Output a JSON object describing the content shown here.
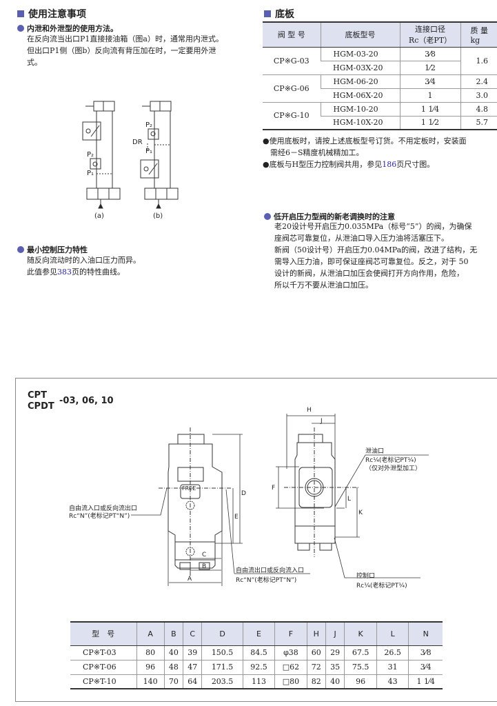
{
  "left": {
    "heading": "使用注意事项",
    "note1": {
      "title": "内泄和外泄型的使用方法。",
      "lines": [
        "在反向流当出口P1直接接油箱（图a）时，通常用内泄式。",
        "但出口P1侧（图b）反向流有背压加在时，一定要用外泄",
        "式。"
      ]
    },
    "schematic": {
      "p2": "P₂",
      "p1": "P₁",
      "dr": "DR",
      "label_a": "(a)",
      "label_b": "(b)"
    },
    "note2": {
      "title": "最小控制压力特性",
      "line1": "随反向流动时的入油口压力而异。",
      "line2_pre": "此值参见",
      "line2_link": "383",
      "line2_post": "页的特性曲线。"
    }
  },
  "right": {
    "heading": "底板",
    "table": {
      "headers": [
        "阀 型 号",
        "底板型号",
        "连接口径",
        "Rc（老PT）",
        "质 量",
        "kg"
      ],
      "groups": [
        {
          "valve": "CP※G-03",
          "rows": [
            {
              "plate": "HGM-03-20",
              "port": "3⁄8"
            },
            {
              "plate": "HGM-03X-20",
              "port": "1⁄2"
            }
          ],
          "mass": [
            "1.6"
          ]
        },
        {
          "valve": "CP※G-06",
          "rows": [
            {
              "plate": "HGM-06-20",
              "port": "3⁄4"
            },
            {
              "plate": "HGM-06X-20",
              "port": "1"
            }
          ],
          "mass": [
            "2.4",
            "3.0"
          ]
        },
        {
          "valve": "CP※G-10",
          "rows": [
            {
              "plate": "HGM-10-20",
              "port": "1 1⁄4"
            },
            {
              "plate": "HGM-10X-20",
              "port": "1 1⁄2"
            }
          ],
          "mass": [
            "4.8",
            "5.7"
          ]
        }
      ]
    },
    "notes": [
      "●使用底板时，请按上述底板型号订货。不用定板时，安装面",
      "需经6－S精度机械精加工。"
    ],
    "note3_pre": "●底板与H型压力控制阀共用，参见",
    "note3_link": "186",
    "note3_post": "页尺寸图。",
    "section2": {
      "title": "低开启压力型阀的新老调换时的注意",
      "lines": [
        "老20设计号开启压力0.035MPa（标号“5”）的阀，为确保",
        "座阀芯可靠复位，从泄油口导入压力油将活塞压下。",
        "新阀（50设计号）开启压力0.04MPa的阀，改进了结构，无",
        "需导入压力油，即可保证座阀芯可靠复位。反之，对于 50",
        "设计的新阀，从泄油口加压会使阀打开方向作用，危险，",
        "所以千万不要从泄油口加压。"
      ]
    }
  },
  "drawing": {
    "title1": "CPT",
    "title2": "CPDT",
    "suffix": "-03, 06, 10",
    "free": "FREE",
    "left_label1": "自由流入口或反向流出口",
    "left_label2": "Rc“N”(老标记PT“N”)",
    "mid_label1": "自由流出口或反向流入口",
    "mid_label2": "Rc“N”(老标记PT“N”)",
    "drain1": "泄油口",
    "drain2": "Rc¼(老标记PT¼)",
    "drain3": "（仅对外泄型加工）",
    "ctrl1": "控制口",
    "ctrl2": "Rc¼(老标记PT¼)",
    "dims": {
      "A": "A",
      "B": "B",
      "C": "C",
      "D": "D",
      "E": "E",
      "F": "F",
      "H": "H",
      "J": "J",
      "K": "K",
      "L": "L"
    }
  },
  "dim_table": {
    "headers": [
      "型　号",
      "A",
      "B",
      "C",
      "D",
      "E",
      "F",
      "H",
      "J",
      "K",
      "L",
      "N"
    ],
    "rows": [
      [
        "CP※T-03",
        "80",
        "40",
        "39",
        "150.5",
        "84.5",
        "φ38",
        "60",
        "29",
        "67.5",
        "26.5",
        "3⁄8"
      ],
      [
        "CP※T-06",
        "96",
        "48",
        "47",
        "171.5",
        "92.5",
        "□62",
        "72",
        "35",
        "75.5",
        "31",
        "3⁄4"
      ],
      [
        "CP※T-10",
        "140",
        "70",
        "64",
        "203.5",
        "113",
        "□80",
        "82",
        "40",
        "96",
        "43",
        "1 1⁄4"
      ]
    ]
  }
}
